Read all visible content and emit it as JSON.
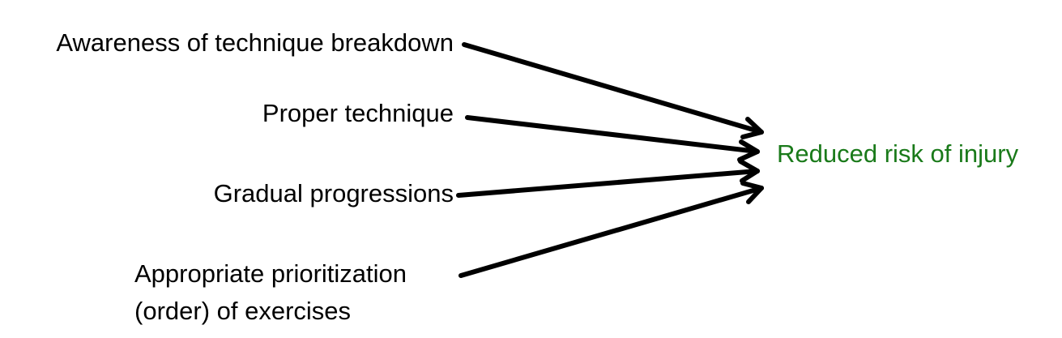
{
  "factors": [
    {
      "label": "Awareness of technique breakdown"
    },
    {
      "label": "Proper technique"
    },
    {
      "label": "Gradual progressions"
    },
    {
      "label_lines": [
        "Appropriate prioritization",
        "(order) of exercises"
      ]
    }
  ],
  "outcome": {
    "label": "Reduced risk of injury",
    "color": "#1a7a1a"
  },
  "arrow_color": "#000000"
}
